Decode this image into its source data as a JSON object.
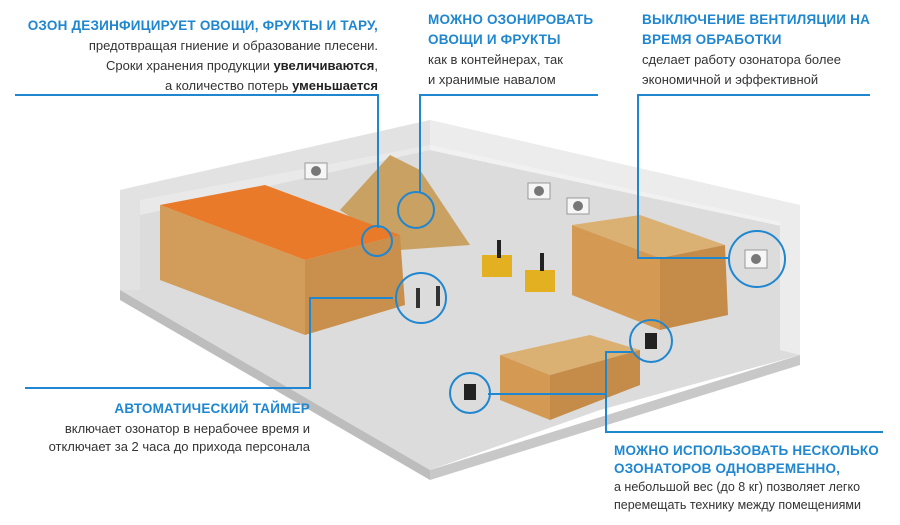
{
  "callouts": {
    "disinfect": {
      "title": "ОЗОН ДЕЗИНФИЦИРУЕТ ОВОЩИ, ФРУКТЫ И ТАРУ,",
      "line1": "предотвращая гниение и образование плесени.",
      "line2_pre": "Сроки хранения продукции ",
      "line2_bold": "увеличиваются",
      "line2_post": ",",
      "line3_pre": "а количество потерь ",
      "line3_bold": "уменьшается"
    },
    "bulk": {
      "title1": "МОЖНО ОЗОНИРОВАТЬ",
      "title2": "ОВОЩИ И ФРУКТЫ",
      "line1": "как в контейнерах, так",
      "line2": "и хранимые навалом"
    },
    "ventilation": {
      "title1": "ВЫКЛЮЧЕНИЕ ВЕНТИЛЯЦИИ НА",
      "title2": "ВРЕМЯ ОБРАБОТКИ",
      "line1": "сделает работу озонатора более",
      "line2": "экономичной и эффективной"
    },
    "timer": {
      "title": "АВТОМАТИЧЕСКИЙ ТАЙМЕР",
      "line1": "включает озонатор в нерабочее время и",
      "line2": "отключает за 2 часа до прихода персонала"
    },
    "multiple": {
      "title1": "МОЖНО ИСПОЛЬЗОВАТЬ НЕСКОЛЬКО",
      "title2": "ОЗОНАТОРОВ ОДНОВРЕМЕННО,",
      "line1": "а небольшой вес (до 8 кг) позволяет легко",
      "line2": "перемещать технику между помещениями"
    }
  },
  "colors": {
    "accent": "#1f86d0",
    "text": "#333333",
    "crate": "#e07b2c",
    "wood": "#d9a560"
  }
}
